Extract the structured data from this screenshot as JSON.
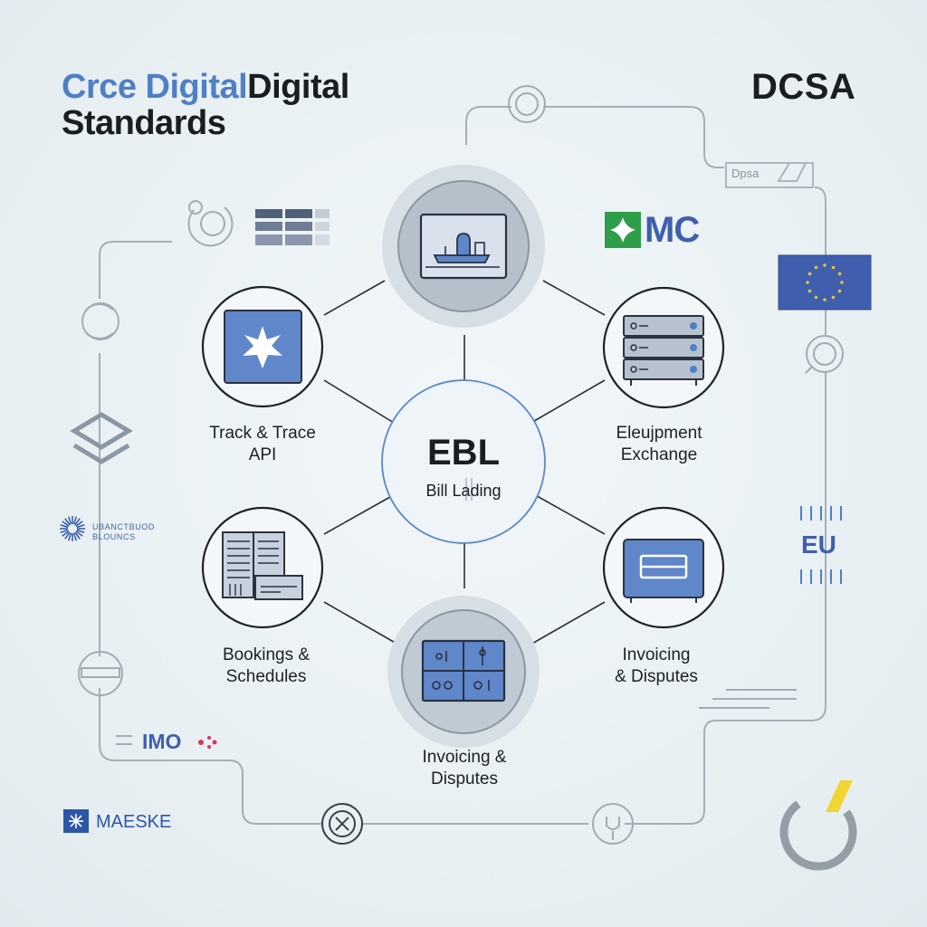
{
  "header": {
    "title_accent": "Crce Digital",
    "title_rest": "Digital",
    "title_line2": "Standards",
    "brand": "DCSA"
  },
  "center": {
    "title": "EBL",
    "subtitle": "Bill Lading"
  },
  "nodes": {
    "track_trace": {
      "line1": "Track & Trace",
      "line2": "API"
    },
    "equipment": {
      "line1": "Eleujpment",
      "line2": "Exchange"
    },
    "bookings": {
      "line1": "Bookings &",
      "line2": "Schedules"
    },
    "invoicing_right": {
      "line1": "Invoicing",
      "line2": "& Disputes"
    },
    "invoicing_bottom": {
      "line1": "Invoicing &",
      "line2": "Disputes"
    }
  },
  "partners": {
    "mc": "MC",
    "eu": "EU",
    "imo": "IMO",
    "maeske": "MAESKE",
    "dpsa": "Dpsa",
    "small_line1": "UBANCTBUOD",
    "small_line2": "BLOUNCS"
  },
  "colors": {
    "accent": "#4f7fc4",
    "line": "#9aa5ae",
    "dark": "#1a1d21",
    "mc_green": "#2e9e4a",
    "eu_blue": "#3f5fae",
    "imo_red": "#d8365a",
    "yellow": "#f1d531"
  },
  "icons": {
    "top": "ship-screen-icon",
    "track_trace": "star-icon",
    "equipment": "server-rack-icon",
    "bookings": "document-stack-icon",
    "invoicing_right": "card-icon",
    "invoicing_bottom": "grid-panel-icon"
  }
}
